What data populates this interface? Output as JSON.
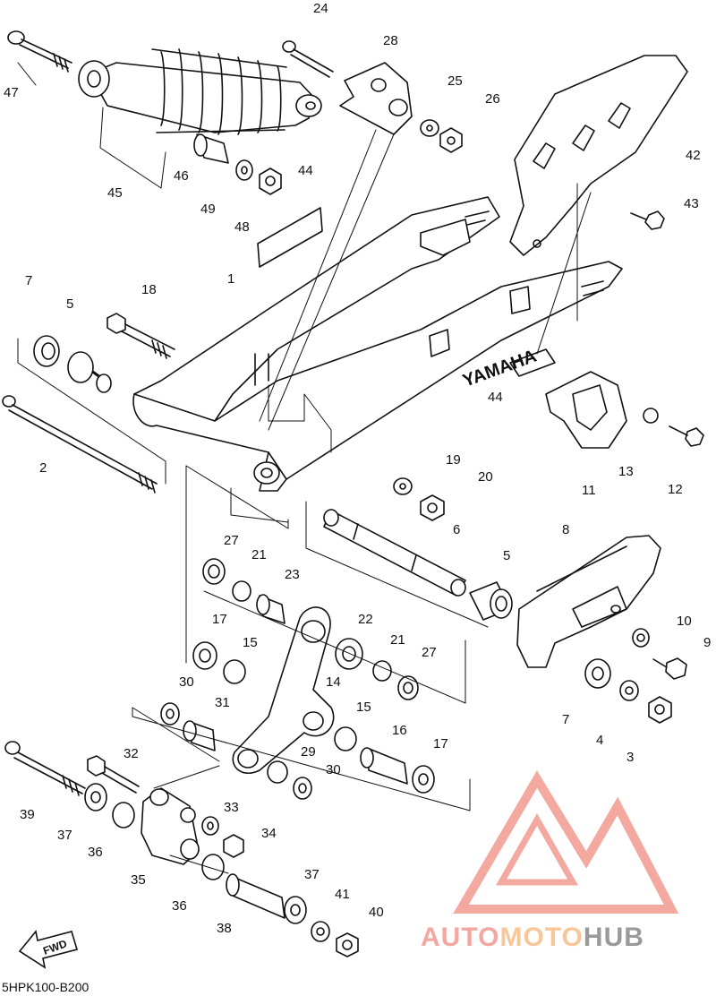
{
  "diagram": {
    "brand_label": "YAMAHA",
    "fwd_label": "FWD",
    "part_code": "5HPK100-B200",
    "watermark": {
      "part1": "AUTO",
      "part2": "MOTO",
      "part3": "HUB"
    },
    "callouts": {
      "c1": "1",
      "c2": "2",
      "c3": "3",
      "c4": "4",
      "c5a": "5",
      "c5b": "5",
      "c6": "6",
      "c7a": "7",
      "c7b": "7",
      "c8": "8",
      "c9": "9",
      "c10": "10",
      "c11": "11",
      "c12": "12",
      "c13": "13",
      "c14": "14",
      "c15a": "15",
      "c15b": "15",
      "c16": "16",
      "c17a": "17",
      "c17b": "17",
      "c18": "18",
      "c19": "19",
      "c20": "20",
      "c21a": "21",
      "c21b": "21",
      "c22": "22",
      "c23": "23",
      "c24": "24",
      "c25": "25",
      "c26": "26",
      "c27a": "27",
      "c27b": "27",
      "c28": "28",
      "c29": "29",
      "c30a": "30",
      "c30b": "30",
      "c31": "31",
      "c32": "32",
      "c33": "33",
      "c34": "34",
      "c35": "35",
      "c36a": "36",
      "c36b": "36",
      "c37a": "37",
      "c37b": "37",
      "c38": "38",
      "c39": "39",
      "c40": "40",
      "c41": "41",
      "c42": "42",
      "c43": "43",
      "c44a": "44",
      "c44b": "44",
      "c45": "45",
      "c46": "46",
      "c47": "47",
      "c48": "48",
      "c49": "49"
    }
  }
}
